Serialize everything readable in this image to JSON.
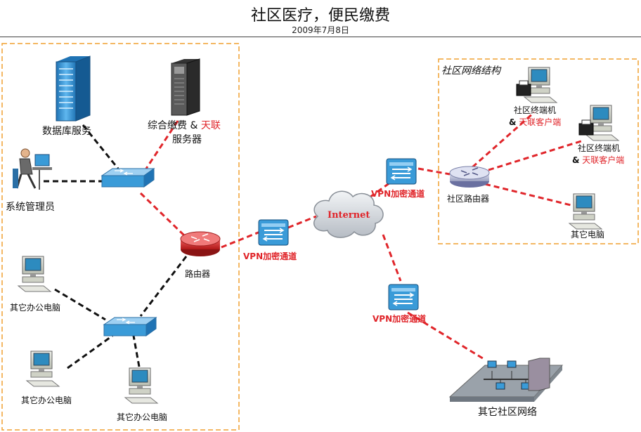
{
  "title": "社区医疗，便民缴费",
  "date": "2009年7月8日",
  "regions": {
    "community_network": "社区网络结构"
  },
  "nodes": {
    "db_server": "数据库服务",
    "payment_server_line1": "综合缴费 &",
    "payment_server_tianlian": "天联",
    "payment_server_line2": "服务器",
    "admin": "系统管理员",
    "router": "路由器",
    "pc_1": "其它办公电脑",
    "pc_2": "其它办公电脑",
    "pc_3": "其它办公电脑",
    "internet": "Internet",
    "vpn_1": "VPN加密通道",
    "vpn_2": "VPN加密通道",
    "vpn_3": "VPN加密通道",
    "community_router": "社区路由器",
    "terminal_1_line1": "社区终端机",
    "terminal_1_amp": "&",
    "terminal_1_line2": "天联客户端",
    "terminal_2_line1": "社区终端机",
    "terminal_2_amp": "&",
    "terminal_2_line2": "天联客户端",
    "other_pc": "其它电脑",
    "other_community": "其它社区网络"
  },
  "colors": {
    "vpn_link": "#e0252a",
    "lan_link": "#111111",
    "region_border": "#f0a030",
    "device_blue": "#3a9bd8"
  }
}
